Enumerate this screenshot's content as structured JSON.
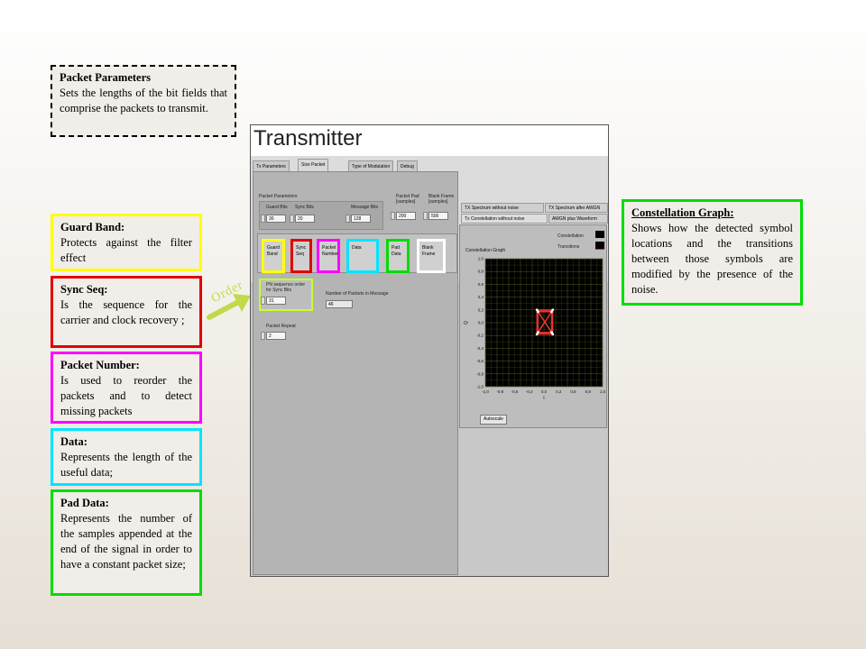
{
  "annotations": {
    "packet_parameters": {
      "title": "Packet Parameters",
      "body": "Sets the lengths of the bit fields that comprise the packets to transmit."
    },
    "guard_band": {
      "title": "Guard Band:",
      "body": "Protects against the filter effect"
    },
    "sync_seq": {
      "title": "Sync Seq:",
      "body": "Is the sequence for the carrier and clock recovery ;"
    },
    "packet_number": {
      "title": "Packet Number:",
      "body": "Is used to reorder the packets and to detect missing packets"
    },
    "data": {
      "title": "Data:",
      "body": "Represents the length of the useful data;"
    },
    "pad_data": {
      "title": "Pad Data:",
      "body": "Represents the number of the samples appended at the end of the signal in order to have a constant packet size;"
    },
    "constellation_graph": {
      "title": "Constellation Graph:",
      "body": "Shows how the detected symbol locations and the transitions between those symbols are modified by the presence of the noise."
    }
  },
  "order_label": "Order",
  "transmitter": {
    "title": "Transmitter",
    "tabs": [
      "Tx Parameters",
      "Size Packet",
      "Type of Modulation",
      "Debug"
    ],
    "active_tab": "Size Packet",
    "packet_parameters_label": "Packet Parameters",
    "fields": {
      "guard_bits": {
        "label": "Guard Bits",
        "value": "30"
      },
      "sync_bits": {
        "label": "Sync Bits",
        "value": "20"
      },
      "message_bits": {
        "label": "Message Bits",
        "value": "128"
      },
      "packet_pad": {
        "label": "Packet Pad [samples]",
        "value": "200"
      },
      "blank_frame": {
        "label": "Blank Frame [samples]",
        "value": "500"
      },
      "pn_order": {
        "label": "PN sequence order for Sync Bits",
        "value": "31"
      },
      "num_packets": {
        "label": "Number of Packets in Message",
        "value": "46"
      },
      "packet_repeat": {
        "label": "Packet Repeat",
        "value": "2"
      }
    },
    "cells": [
      "Guard Band",
      "Sync Seq",
      "Packet Number",
      "Data",
      "Pad Data",
      "Blank Frame"
    ],
    "right_tabs": [
      "TX Spectrum without noise",
      "TX Spectrum after AWGN",
      "Tx Constellation without noise",
      "AWGN plus Waveform"
    ],
    "legend": [
      "Constellation",
      "Transitions"
    ],
    "graph_title": "Constellation Graph",
    "x_axis_label": "I",
    "y_axis_label": "Q",
    "autoscale_label": "Autoscale"
  },
  "chart_data": {
    "type": "scatter",
    "title": "Constellation Graph",
    "xlabel": "I",
    "ylabel": "Q",
    "xlim": [
      -1.0,
      1.0
    ],
    "ylim": [
      -1.0,
      1.0
    ],
    "x_ticks": [
      "-1,0",
      "-0,8",
      "-0,5",
      "-0,2",
      "0,0",
      "0,2",
      "0,5",
      "0,8",
      "1,0"
    ],
    "y_ticks": [
      "1,0",
      "0,8",
      "0,6",
      "0,4",
      "0,2",
      "0,0",
      "-0,2",
      "-0,4",
      "-0,6",
      "-0,8",
      "-1,0"
    ],
    "grid": true,
    "points": [
      {
        "x": -0.12,
        "y": 0.2
      },
      {
        "x": 0.15,
        "y": 0.2
      },
      {
        "x": -0.12,
        "y": -0.18
      },
      {
        "x": 0.15,
        "y": -0.18
      },
      {
        "x": -0.1,
        "y": 0.17
      },
      {
        "x": 0.13,
        "y": -0.15
      },
      {
        "x": -0.1,
        "y": -0.15
      },
      {
        "x": 0.13,
        "y": 0.17
      }
    ]
  }
}
